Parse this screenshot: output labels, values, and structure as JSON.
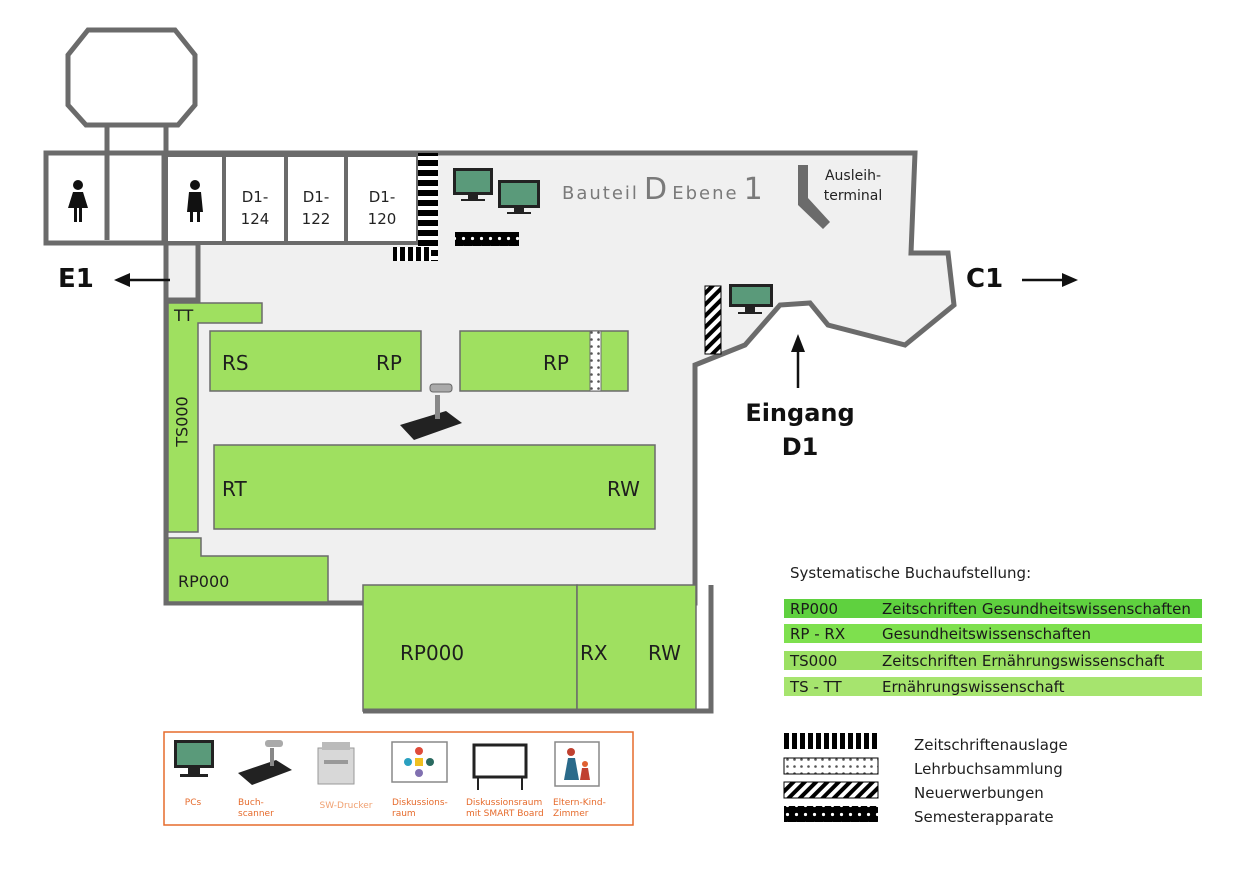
{
  "map": {
    "heading_prefix": "Bauteil",
    "heading_d": "D",
    "heading_mid": "Ebene",
    "heading_level": "1",
    "rooms": [
      {
        "line1": "D1-",
        "line2": "124"
      },
      {
        "line1": "D1-",
        "line2": "122"
      },
      {
        "line1": "D1-",
        "line2": "120"
      }
    ],
    "terminal_line1": "Ausleih-",
    "terminal_line2": "terminal",
    "exit_left": "E1",
    "exit_right": "C1",
    "entrance_line1": "Eingang",
    "entrance_line2": "D1"
  },
  "shelves": {
    "tt": "TT",
    "ts000": "TS000",
    "rs": "RS",
    "rp_a": "RP",
    "rp_b": "RP",
    "rt": "RT",
    "rw_a": "RW",
    "rp000_small": "RP000",
    "rp000_big": "RP000",
    "rx": "RX",
    "rw_b": "RW"
  },
  "legend": {
    "title": "Systematische Buchaufstellung:",
    "rows": [
      {
        "code": "RP000",
        "desc": "Zeitschriften Gesundheitswissenschaften",
        "color": "#5fd13f"
      },
      {
        "code": "RP - RX",
        "desc": "Gesundheitswissenschaften",
        "color": "#7ee04e"
      },
      {
        "code": "TS000",
        "desc": "Zeitschriften Ernährungswissenschaft",
        "color": "#9be063"
      },
      {
        "code": "TS - TT",
        "desc": "Ernährungswissenschaft",
        "color": "#a6e46e"
      }
    ],
    "patterns": [
      {
        "name": "stripes-vertical",
        "label": "Zeitschriftenauslage"
      },
      {
        "name": "dots-light",
        "label": "Lehrbuchsammlung"
      },
      {
        "name": "stripes-diagonal",
        "label": "Neuerwerbungen"
      },
      {
        "name": "dots-dark",
        "label": "Semesterapparate"
      }
    ]
  },
  "icons": [
    {
      "icon": "pc-icon",
      "label": "PCs"
    },
    {
      "icon": "book-scanner-icon",
      "label": "Buch- scanner"
    },
    {
      "icon": "printer-icon",
      "label": "SW-Drucker"
    },
    {
      "icon": "discussion-room-icon",
      "label": "Diskussions- raum"
    },
    {
      "icon": "smartboard-room-icon",
      "label": "Diskussionsraum mit SMART Board"
    },
    {
      "icon": "parent-child-room-icon",
      "label": "Eltern-Kind- Zimmer"
    }
  ],
  "colors": {
    "floor": "#f0f0f0",
    "wall": "#6b6b6b",
    "shelf": "#9fe060",
    "accent": "#e66b2c"
  }
}
